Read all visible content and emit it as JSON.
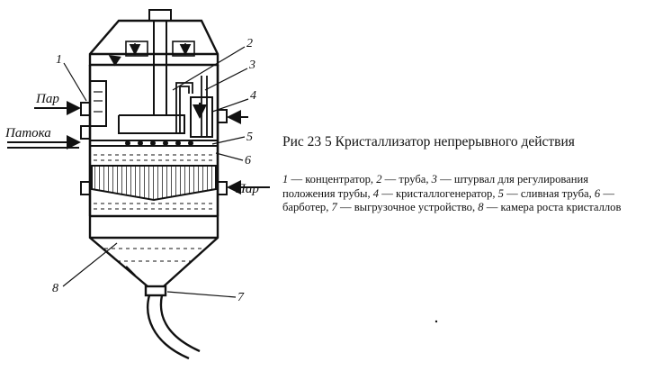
{
  "figure": {
    "label_nums": [
      "1",
      "2",
      "3",
      "4",
      "5",
      "6",
      "7",
      "8"
    ],
    "inputs": {
      "steam_left": "Пар",
      "molasses": "Патока",
      "steam_right": "Пар"
    }
  },
  "caption": {
    "title": "Рис  23 5  Кристаллизатор непрерывного действия",
    "items": [
      {
        "num": "1",
        "text": "концентратор"
      },
      {
        "num": "2",
        "text": "труба"
      },
      {
        "num": "3",
        "text": "штурвал для регулирования положения трубы"
      },
      {
        "num": "4",
        "text": "кристаллогенератор"
      },
      {
        "num": "5",
        "text": "сливная труба"
      },
      {
        "num": "6",
        "text": "барботер"
      },
      {
        "num": "7",
        "text": "выгрузочное устройство"
      },
      {
        "num": "8",
        "text": "камера роста кристаллов"
      }
    ]
  }
}
